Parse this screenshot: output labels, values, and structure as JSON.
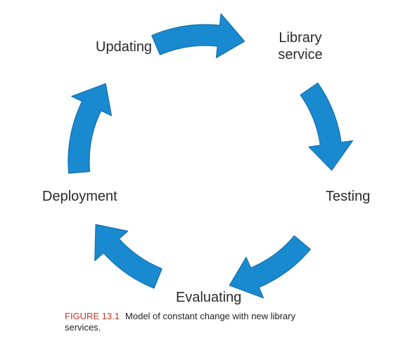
{
  "diagram": {
    "type": "cycle",
    "stages": [
      {
        "id": "library-service",
        "label": "Library\nservice"
      },
      {
        "id": "testing",
        "label": "Testing"
      },
      {
        "id": "evaluating",
        "label": "Evaluating"
      },
      {
        "id": "deployment",
        "label": "Deployment"
      },
      {
        "id": "updating",
        "label": "Updating"
      }
    ],
    "arrow_color": "#1a8ad0",
    "arrow_edge_color": "#0f6fb0",
    "label_color": "#2a2a2a"
  },
  "caption": {
    "figure": "FIGURE 13.1",
    "text": "Model of constant change with new library services.",
    "figure_color": "#c0392b"
  }
}
